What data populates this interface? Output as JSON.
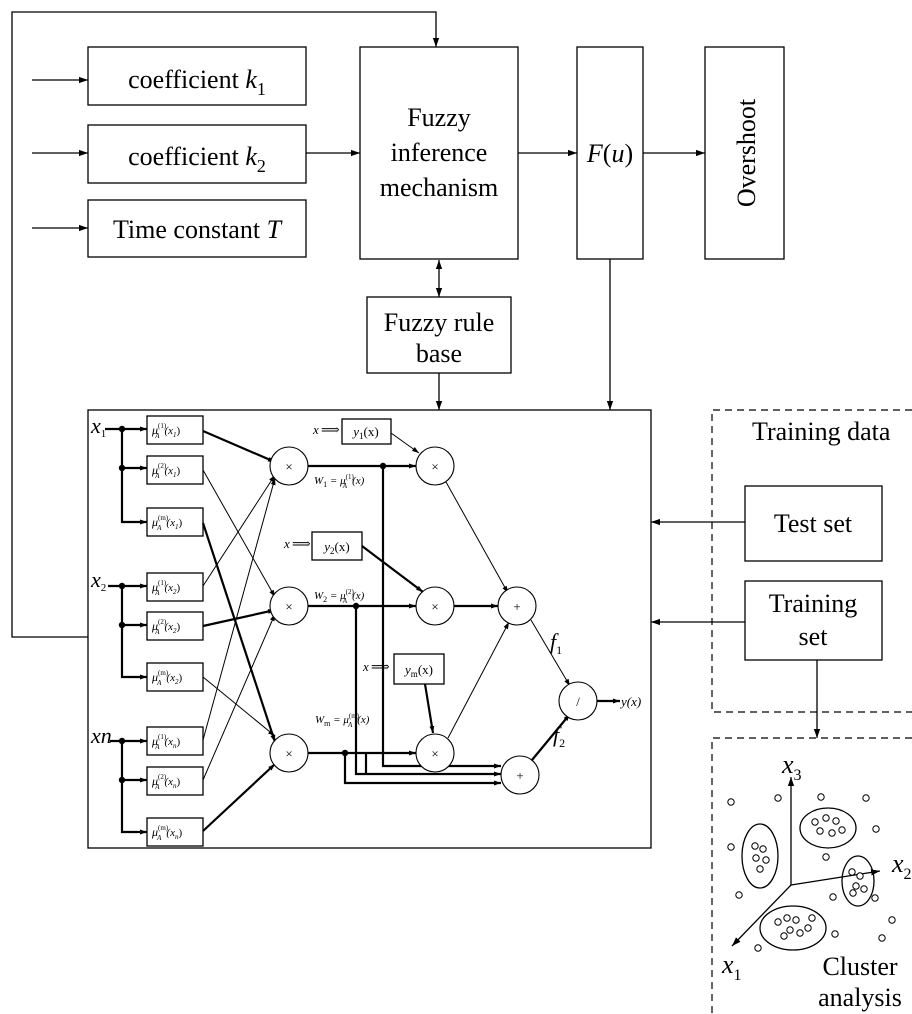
{
  "blocks": {
    "coef1": {
      "label": "coefficient ",
      "var": "k",
      "sub": "1"
    },
    "coef2": {
      "label": "coefficient ",
      "var": "k",
      "sub": "2"
    },
    "time": {
      "label": "Time constant ",
      "var": "T"
    },
    "fuzzy_inference": {
      "line1": "Fuzzy",
      "line2": "inference",
      "line3": "mechanism"
    },
    "fu": {
      "func": "F",
      "open": "(",
      "arg": "u",
      "close": ")"
    },
    "overshoot": "Overshoot",
    "rule_base": {
      "line1": "Fuzzy rule",
      "line2": "base"
    },
    "test_set": "Test set",
    "training_set": {
      "line1": "Training",
      "line2": "set"
    }
  },
  "training_data": {
    "label": "Training data"
  },
  "cluster": {
    "line1": "Cluster",
    "line2": "analysis",
    "axes": {
      "x1": "x",
      "x1_sub": "1",
      "x2": "x",
      "x2_sub": "2",
      "x3": "x",
      "x3_sub": "3"
    }
  },
  "network": {
    "inputs": [
      {
        "var": "x",
        "sub": "1"
      },
      {
        "var": "x",
        "sub": "2"
      },
      {
        "var": "xn",
        "sub": ""
      }
    ],
    "membership": [
      {
        "mu": "μ",
        "sup": "(1)",
        "sub": "A",
        "arg": "(x",
        "argsub": "1",
        "argclose": ")"
      },
      {
        "mu": "μ",
        "sup": "(2)",
        "sub": "A",
        "arg": "(x",
        "argsub": "1",
        "argclose": ")"
      },
      {
        "mu": "μ",
        "sup": "(m)",
        "sub": "A",
        "arg": "(x",
        "argsub": "1",
        "argclose": ")"
      },
      {
        "mu": "μ",
        "sup": "(1)",
        "sub": "A",
        "arg": "(x",
        "argsub": "2",
        "argclose": ")"
      },
      {
        "mu": "μ",
        "sup": "(2)",
        "sub": "A",
        "arg": "(x",
        "argsub": "2",
        "argclose": ")"
      },
      {
        "mu": "μ",
        "sup": "(m)",
        "sub": "A",
        "arg": "(x",
        "argsub": "2",
        "argclose": ")"
      },
      {
        "mu": "μ",
        "sup": "(1)",
        "sub": "A",
        "arg": "(x",
        "argsub": "n",
        "argclose": ")"
      },
      {
        "mu": "μ",
        "sup": "(2)",
        "sub": "A",
        "arg": "(x",
        "argsub": "n",
        "argclose": ")"
      },
      {
        "mu": "μ",
        "sup": "(m)",
        "sub": "A",
        "arg": "(x",
        "argsub": "n",
        "argclose": ")"
      }
    ],
    "product_symbol": "×",
    "sum_symbol": "+",
    "div_symbol": "/",
    "weights": [
      {
        "w": "W",
        "wsub": "1",
        "eq": " = μ",
        "sup": "(1)",
        "sub": "A",
        "arg": "(x)"
      },
      {
        "w": "W",
        "wsub": "2",
        "eq": " = μ",
        "sup": "(2)",
        "sub": "A",
        "arg": "(x)"
      },
      {
        "w": "W",
        "wsub": "m",
        "eq": " = μ",
        "sup": "(m)",
        "sub": "A",
        "arg": "(x)"
      }
    ],
    "y_boxes": [
      {
        "x": "x",
        "arrow": "⟹",
        "y": "y",
        "sub": "1",
        "arg": "(x)"
      },
      {
        "x": "x",
        "arrow": "⟹",
        "y": "y",
        "sub": "2",
        "arg": "(x)"
      },
      {
        "x": "x",
        "arrow": "⟹",
        "y": "y",
        "sub": "m",
        "arg": "(x)"
      }
    ],
    "f1": {
      "f": "f",
      "sub": "1"
    },
    "f2": {
      "f": "f",
      "sub": "2"
    },
    "output": "y(x)"
  }
}
